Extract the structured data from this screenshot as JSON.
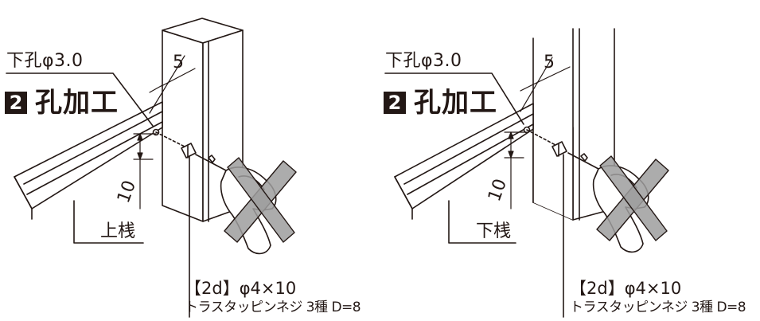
{
  "panels": [
    {
      "pilot_hole": "下孔φ3.0",
      "step_number": "2",
      "step_title": "孔加工",
      "dim_offset": "5",
      "dim_height": "10",
      "rail_label": "上桟",
      "screw_size": "【2d】φ4×10",
      "screw_desc": "トラスタッピンネジ 3種 D=8"
    },
    {
      "pilot_hole": "下孔φ3.0",
      "step_number": "2",
      "step_title": "孔加工",
      "dim_offset": "5",
      "dim_height": "10",
      "rail_label": "下桟",
      "screw_size": "【2d】φ4×10",
      "screw_desc": "トラスタッピンネジ 3種 D=8"
    }
  ],
  "icons": [
    "drill-icon",
    "prohibited-cross-icon",
    "screw-icon"
  ],
  "colors": {
    "line": "#231815",
    "cross_fill": "#9e9e9e"
  }
}
